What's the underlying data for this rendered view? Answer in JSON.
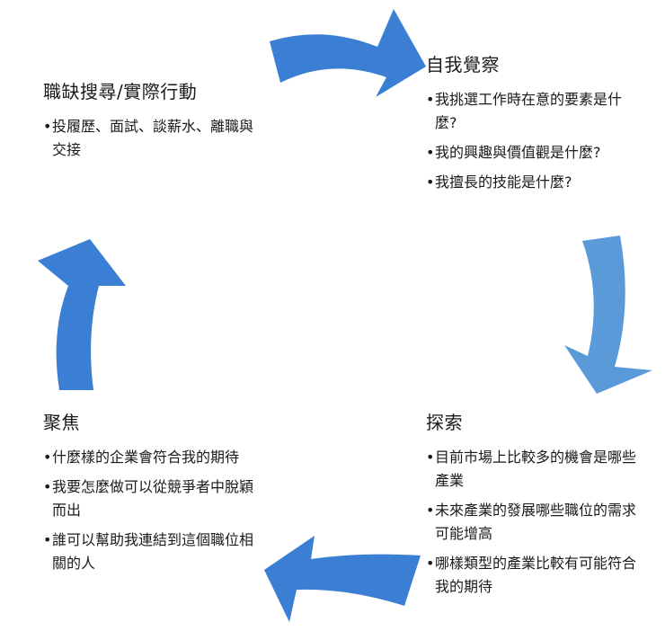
{
  "colors": {
    "arrow_dark": "#3a7fd3",
    "arrow_light": "#5b9ad9",
    "text": "#1a1a1a"
  },
  "stages": {
    "job_search": {
      "title": "職缺搜尋/實際行動",
      "bullets": [
        "投履歷、面試、談薪水、離職與交接"
      ]
    },
    "self_awareness": {
      "title": "自我覺察",
      "bullets": [
        "我挑選工作時在意的要素是什麼?",
        "我的興趣與價值觀是什麼?",
        "我擅長的技能是什麼?"
      ]
    },
    "explore": {
      "title": "探索",
      "bullets": [
        "目前市場上比較多的機會是哪些產業",
        "未來產業的發展哪些職位的需求可能增高",
        "哪樣類型的產業比較有可能符合我的期待"
      ]
    },
    "focus": {
      "title": "聚焦",
      "bullets": [
        "什麼樣的企業會符合我的期待",
        "我要怎麼做可以從競爭者中脫穎而出",
        "誰可以幫助我連結到這個職位相關的人"
      ]
    },
    "arrow_icons": [
      "arrow-top-right-icon",
      "arrow-right-down-icon",
      "arrow-bottom-left-icon",
      "arrow-left-up-icon"
    ]
  }
}
